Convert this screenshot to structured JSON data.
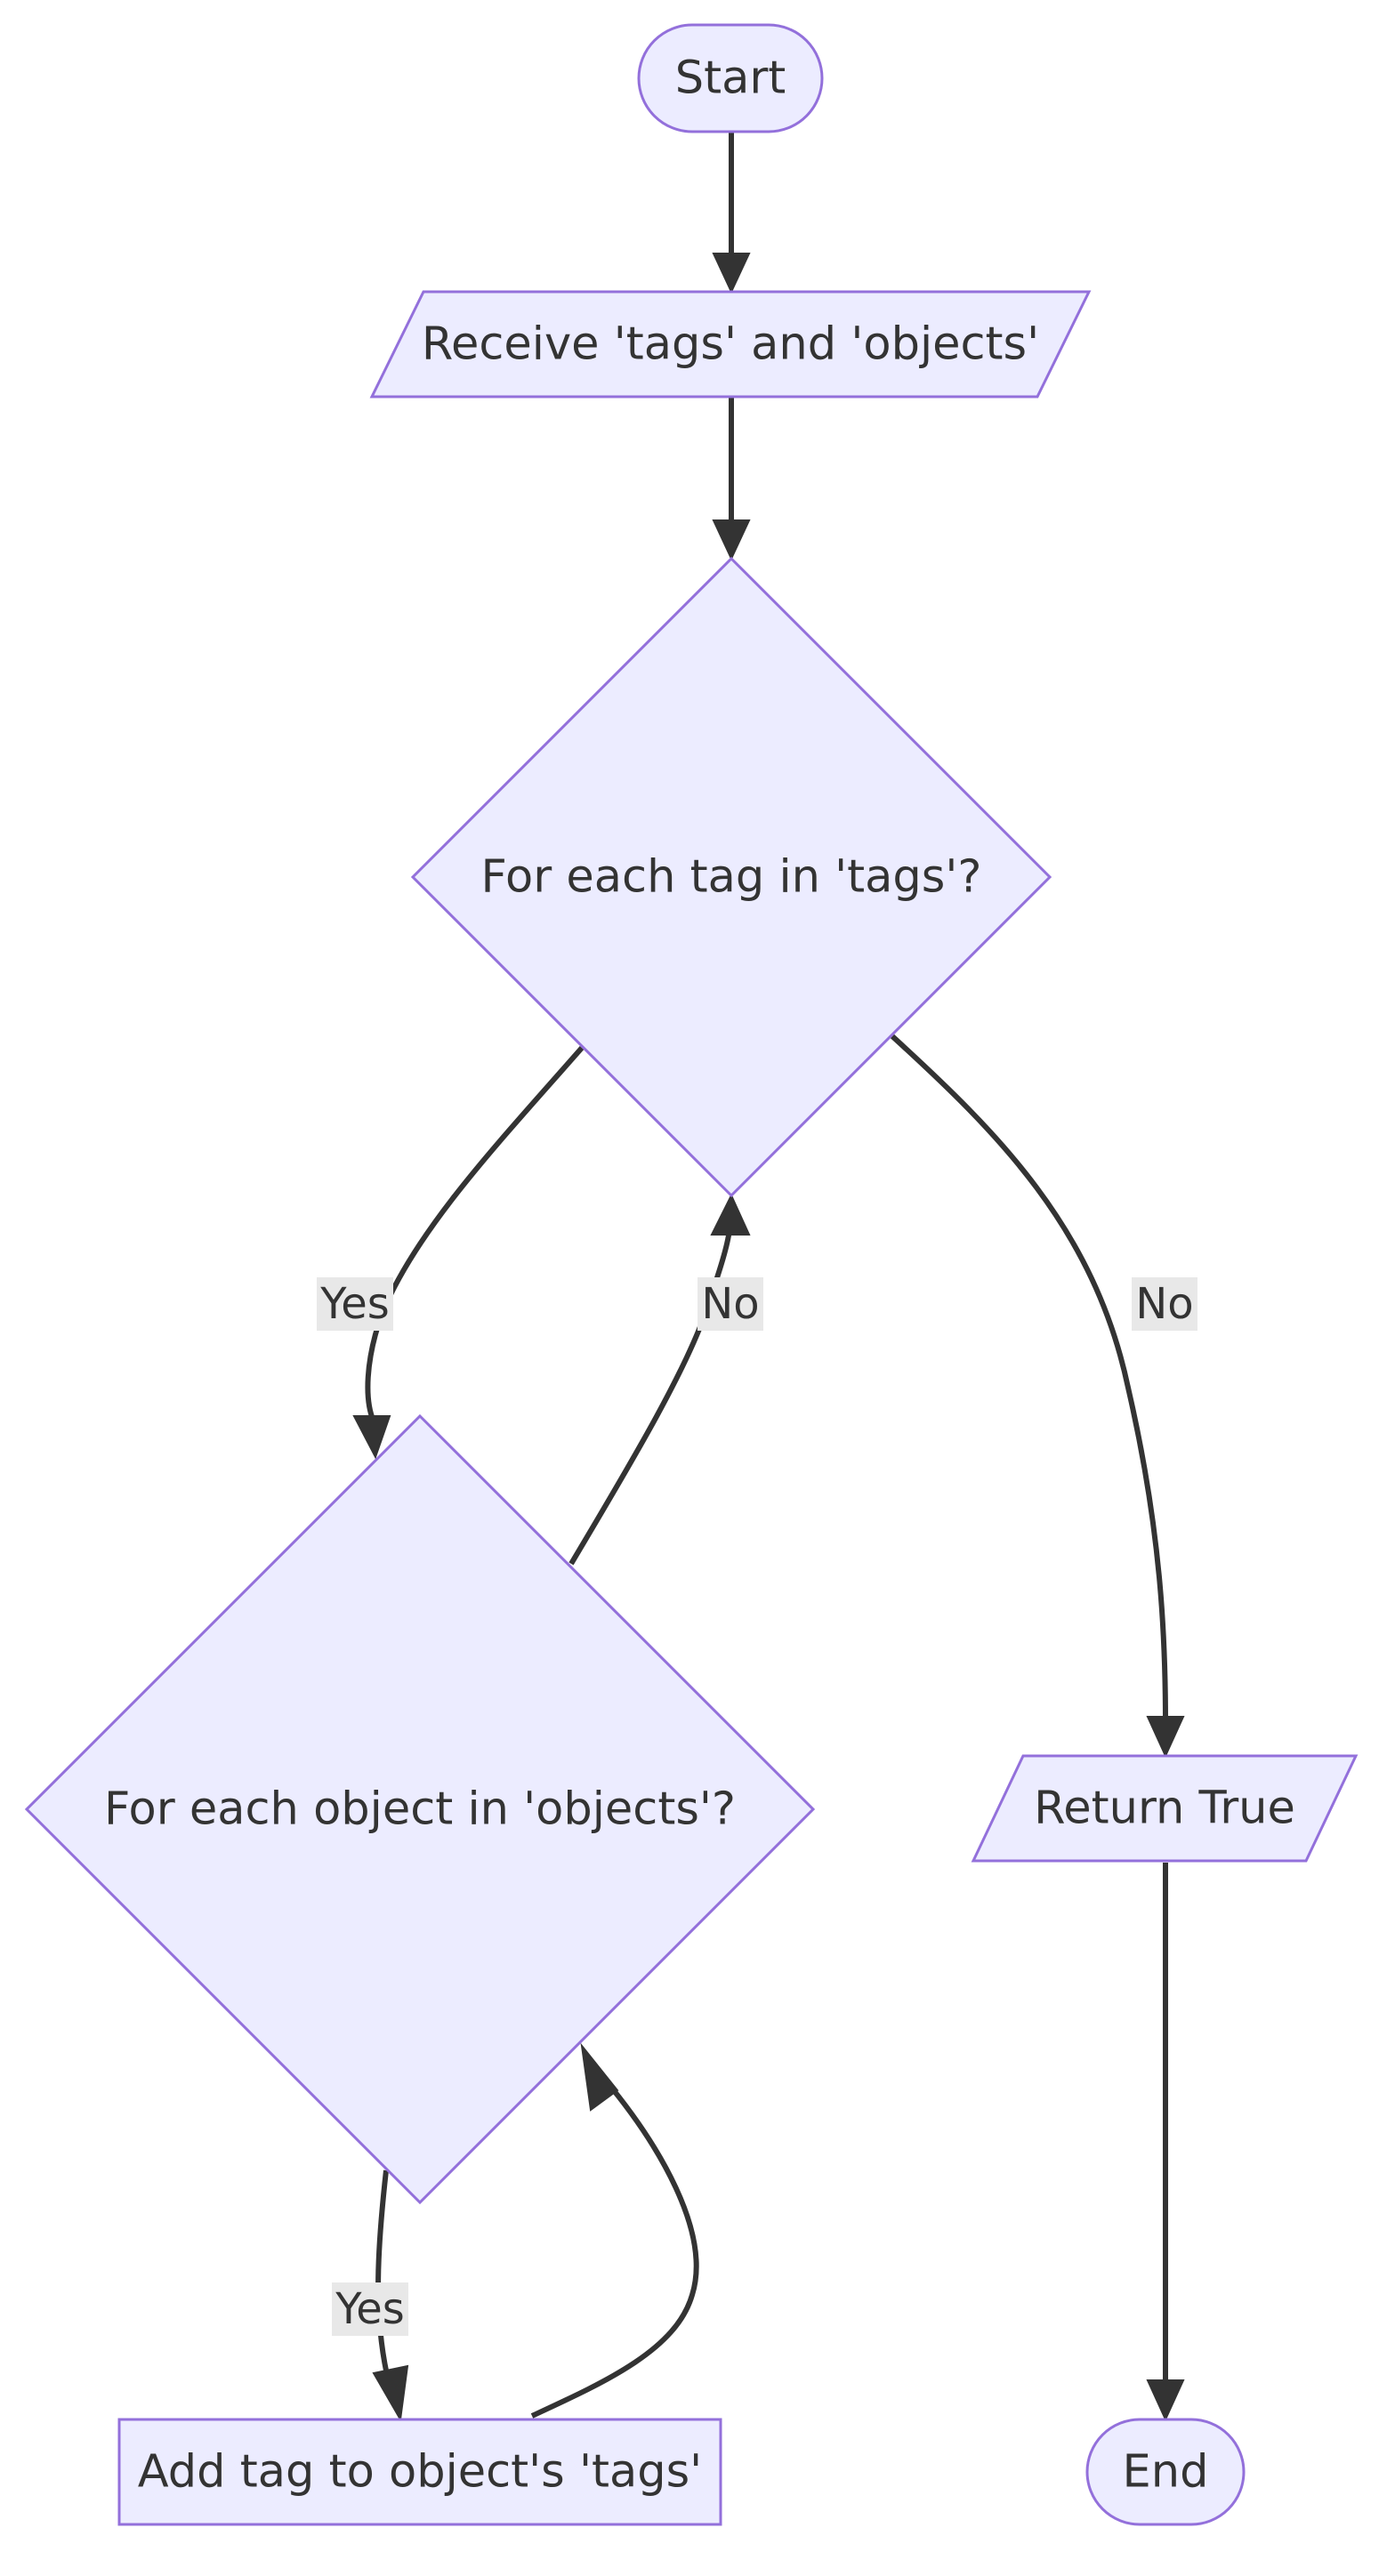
{
  "diagram": {
    "nodes": {
      "start": "Start",
      "receive": "Receive 'tags' and 'objects'",
      "tag_loop": "For each tag in 'tags'?",
      "object_loop": "For each object in 'objects'?",
      "add_tag": "Add tag to object's 'tags'",
      "return_true": "Return True",
      "end": "End"
    },
    "edges": {
      "tag_yes": "Yes",
      "object_no": "No",
      "tag_no": "No",
      "object_yes": "Yes"
    }
  },
  "colors": {
    "node_fill": "#ececff",
    "node_stroke": "#9370db",
    "edge": "#333333",
    "label_bg": "#e8e8e8"
  }
}
